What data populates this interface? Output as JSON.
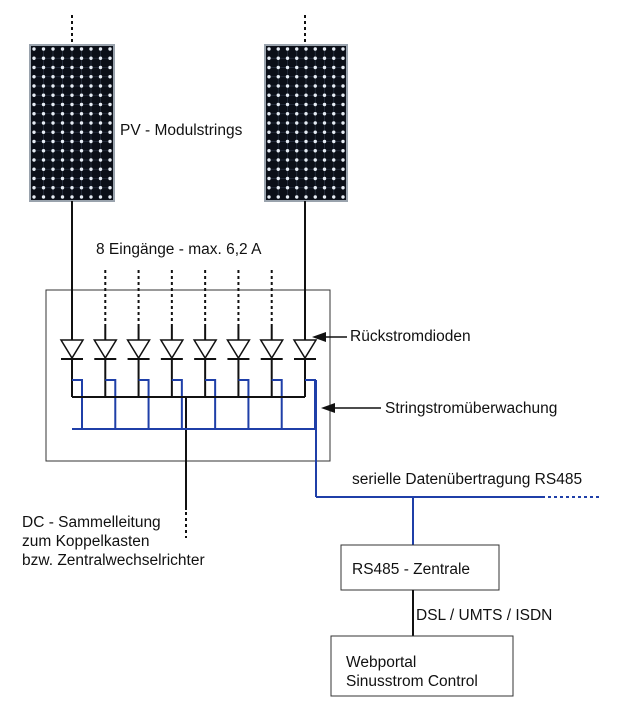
{
  "labels": {
    "pv_strings": "PV - Modulstrings",
    "inputs": "8 Eingänge - max. 6,2 A",
    "reverse_diodes": "Rückstromdioden",
    "string_monitoring": "Stringstromüberwachung",
    "serial_transfer": "serielle Datenübertragung RS485",
    "dc_bus": [
      "DC - Sammelleitung",
      "zum Koppelkasten",
      "bzw. Zentralwechselrichter"
    ],
    "rs485_central": "RS485 - Zentrale",
    "connection": "DSL / UMTS / ISDN",
    "webportal": [
      "Webportal",
      "Sinusstrom Control"
    ]
  },
  "colors": {
    "line": "#111111",
    "data_bus": "#1f3fa8",
    "panel": "#0b0f18",
    "panel_frame": "#9aa3ad",
    "cell_dot": "#e6ecf4"
  },
  "counts": {
    "inputs": 8,
    "pv_modules_shown": 2
  }
}
